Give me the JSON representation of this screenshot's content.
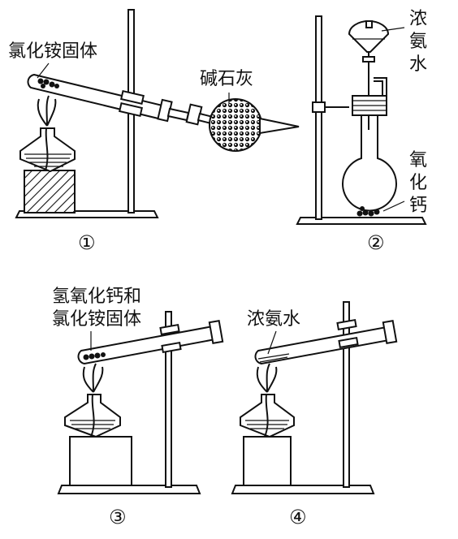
{
  "apparatus": {
    "a1": {
      "number": "①",
      "solid_label": "氯化铵固体",
      "drying_label": "碱石灰"
    },
    "a2": {
      "number": "②",
      "liquid_label_chars": [
        "浓",
        "氨",
        "水"
      ],
      "solid_label_chars": [
        "氧",
        "化",
        "钙"
      ]
    },
    "a3": {
      "number": "③",
      "label_line1": "氢氧化钙和",
      "label_line2": "氯化铵固体"
    },
    "a4": {
      "number": "④",
      "label": "浓氨水"
    }
  }
}
